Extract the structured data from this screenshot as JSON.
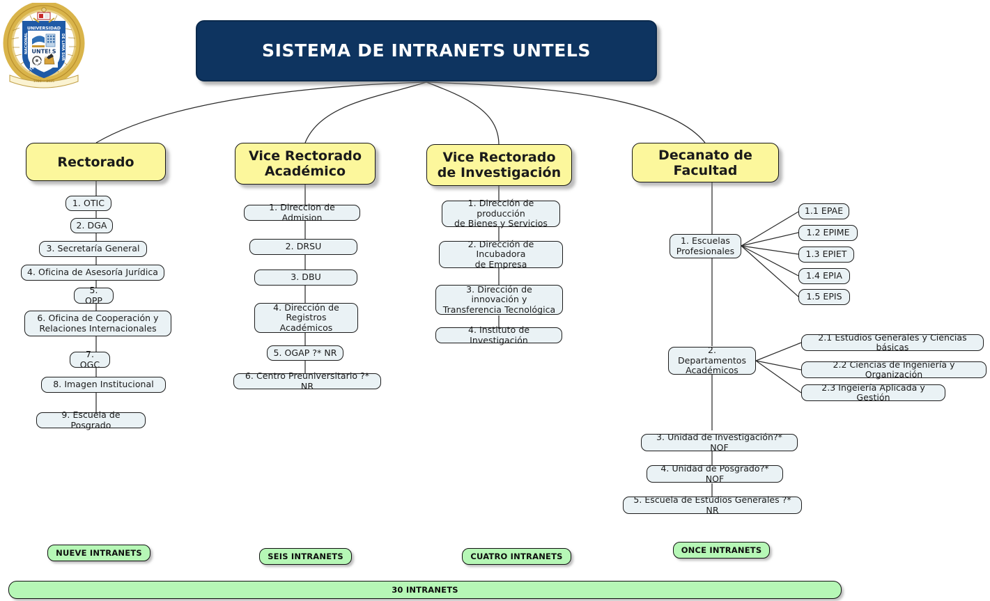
{
  "title": "SISTEMA DE INTRANETS UNTELS",
  "logo": {
    "name": "untels-crest-logo",
    "text_university": "UNIVERSIDAD",
    "text_acronym": "UNTELS",
    "text_left": "NACIONAL",
    "text_right": "DE LIMA SUR",
    "text_bottom": "TECNOLOGICA"
  },
  "colors": {
    "root_fill": "#0e3460",
    "level1_fill": "#fcf79c",
    "node_fill": "#eaf2f5",
    "badge_fill": "#b6f7b6",
    "border": "#1b1b1b",
    "line": "#2b2b2b"
  },
  "branches": [
    {
      "id": "rectorado",
      "label": "Rectorado",
      "badge": "NUEVE INTRANETS",
      "children": [
        {
          "label": "1. OTIC"
        },
        {
          "label": "2. DGA"
        },
        {
          "label": "3. Secretaría General"
        },
        {
          "label": "4. Oficina de Asesoría Jurídica"
        },
        {
          "label": "5. OPP"
        },
        {
          "label": "6. Oficina de Cooperación y\nRelaciones Internacionales"
        },
        {
          "label": "7. OGC"
        },
        {
          "label": "8. Imagen Institucional"
        },
        {
          "label": "9. Escuela de Posgrado"
        }
      ]
    },
    {
      "id": "vice-rectorado-academico",
      "label": "Vice Rectorado\nAcadémico",
      "badge": "SEIS INTRANETS",
      "children": [
        {
          "label": "1. Direccion de Admision"
        },
        {
          "label": "2. DRSU"
        },
        {
          "label": "3. DBU"
        },
        {
          "label": "4. Dirección de\nRegistros Académicos"
        },
        {
          "label": "5. OGAP ?* NR"
        },
        {
          "label": "6. Centro Preuniversitario ?* NR"
        }
      ]
    },
    {
      "id": "vice-rectorado-investigacion",
      "label": "Vice Rectorado\nde Investigación",
      "badge": "CUATRO INTRANETS",
      "children": [
        {
          "label": "1. Dirección de producción\nde Bienes y Servicios"
        },
        {
          "label": "2. Dirección de Incubadora\nde Empresa"
        },
        {
          "label": "3. Dirección de innovación y\nTransferencia Tecnológica"
        },
        {
          "label": "4. Instituto de Investigación"
        }
      ]
    },
    {
      "id": "decanato-de-facultad",
      "label": "Decanato de\nFacultad",
      "badge": "ONCE INTRANETS",
      "children": [
        {
          "label": "1. Escuelas\nProfesionales",
          "subchildren": [
            {
              "label": "1.1 EPAE"
            },
            {
              "label": "1.2 EPIME"
            },
            {
              "label": "1.3 EPIET"
            },
            {
              "label": "1.4 EPIA"
            },
            {
              "label": "1.5 EPIS"
            }
          ]
        },
        {
          "label": "2. Departamentos\nAcadémicos",
          "subchildren": [
            {
              "label": "2.1 Estudios Generales y Ciencias básicas"
            },
            {
              "label": "2.2 Ciencias de Ingeniería y Organización"
            },
            {
              "label": "2.3 Ingeiería Aplicada y Gestión"
            }
          ]
        },
        {
          "label": "3. Unidad de Investigación?* NOF"
        },
        {
          "label": "4. Unidad de Posgrado?* NOF"
        },
        {
          "label": "5. Escuela de Estudios Generales ?* NR"
        }
      ]
    }
  ],
  "total_badge": "30 INTRANETS"
}
